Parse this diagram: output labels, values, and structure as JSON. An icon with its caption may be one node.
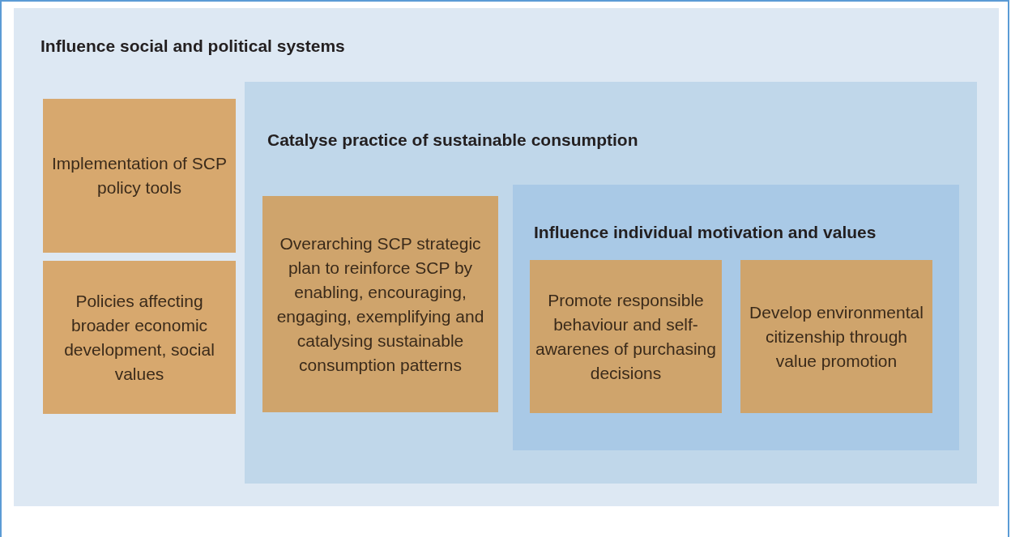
{
  "diagram": {
    "nodes": [
      {
        "text": [
          "Influence social and political systems"
        ]
      },
      {
        "text": [
          "Implementation of SCP policy tools"
        ],
        "in": 0
      },
      {
        "text": [
          "Policies affecting broader economic development, social values"
        ],
        "in": 0
      },
      {
        "text": [
          "Catalyse practice of sustainable consumption"
        ],
        "in": 0
      },
      {
        "text": [
          "Overarching SCP strategic plan to reinforce SCP by enabling, encouraging, engaging, exemplifying and catalysing sustainable consumption patterns"
        ],
        "in": 3
      },
      {
        "text": [
          "Influence individual motivation and values"
        ],
        "in": 3
      },
      {
        "text": [
          "Promote responsible behaviour and self-awarenes of purchasing decisions"
        ],
        "in": 5
      },
      {
        "text": [
          "Develop environmental citizenship through value promotion"
        ],
        "in": 5
      }
    ]
  }
}
